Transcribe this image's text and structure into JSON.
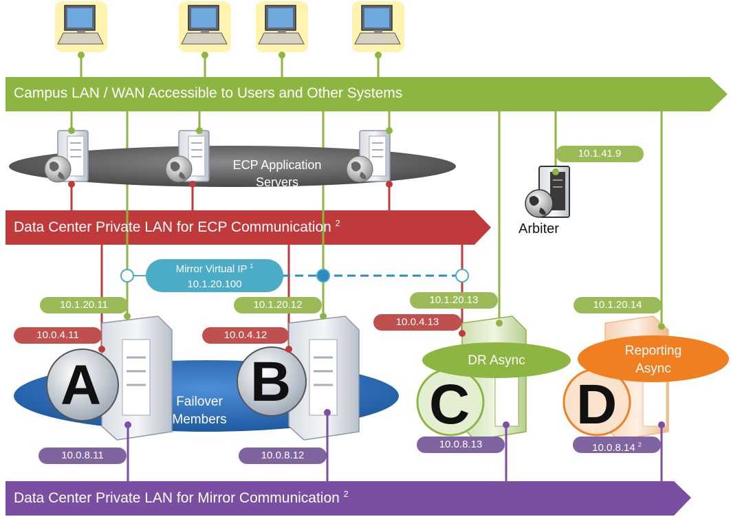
{
  "bands": {
    "campus": "Campus LAN / WAN Accessible to Users and Other Systems",
    "ecp": "Data Center Private LAN for ECP Communication",
    "ecp_sup": "2",
    "mirror": "Data Center Private LAN for Mirror Communication",
    "mirror_sup": "2"
  },
  "app_servers": {
    "line1": "ECP Application",
    "line2": "Servers"
  },
  "arbiter": {
    "label": "Arbiter",
    "ip": "10.1.41.9"
  },
  "mirror_vip": {
    "line1": "Mirror Virtual IP",
    "sup": "1",
    "line2": "10.1.20.100"
  },
  "failover": {
    "line1": "Failover",
    "line2": "Members"
  },
  "members": [
    {
      "letter": "A",
      "campus_ip": "10.1.20.11",
      "ecp_ip": "10.0.4.11",
      "mirror_ip": "10.0.8.11"
    },
    {
      "letter": "B",
      "campus_ip": "10.1.20.12",
      "ecp_ip": "10.0.4.12",
      "mirror_ip": "10.0.8.12"
    },
    {
      "letter": "C",
      "campus_ip": "10.1.20.13",
      "ecp_ip": "10.0.4.13",
      "mirror_ip": "10.0.8.13",
      "role": "DR Async"
    },
    {
      "letter": "D",
      "campus_ip": "10.1.20.14",
      "mirror_ip": "10.0.8.14",
      "mirror_sup": "2",
      "role_line1": "Reporting",
      "role_line2": "Async"
    }
  ],
  "colors": {
    "campus": "#9bbb59",
    "ecp": "#c0504d",
    "mirror": "#8064a2",
    "vip": "#4bacc6",
    "failover": "#2e6fb8",
    "dr": "#8db542",
    "reporting": "#f07f21"
  },
  "icons": [
    "user-workstation-icon",
    "app-server-icon",
    "arbiter-server-icon",
    "database-server-icon"
  ]
}
